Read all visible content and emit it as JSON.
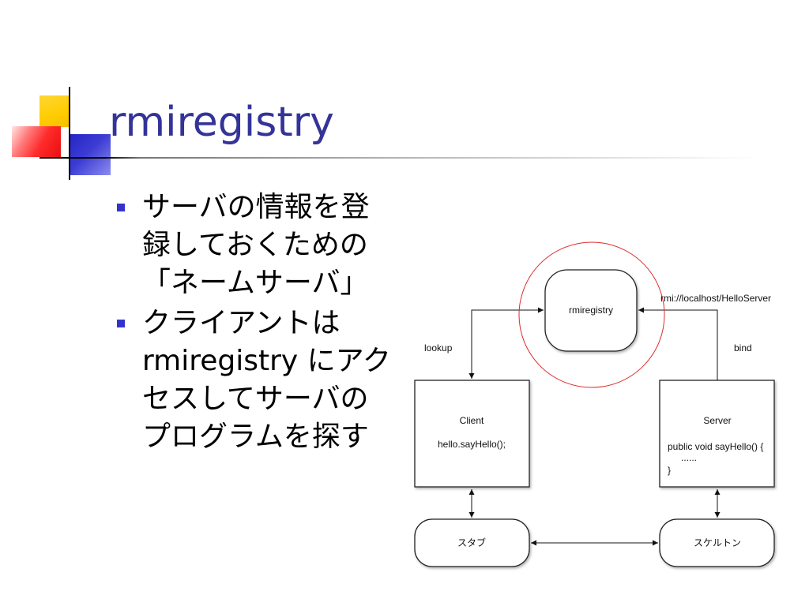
{
  "slide": {
    "title": "rmiregistry",
    "bullets": [
      {
        "lines": [
          "サーバの情報を登",
          "録しておくための",
          "「ネームサーバ」"
        ]
      },
      {
        "lines": [
          "クライアントは",
          "rmiregistry にアク",
          "セスしてサーバの",
          "プログラムを探す"
        ]
      }
    ]
  },
  "diagram": {
    "registry": {
      "label": "rmiregistry"
    },
    "client": {
      "title": "Client",
      "code": "hello.sayHello();"
    },
    "server": {
      "title": "Server",
      "code": [
        "public void sayHello() {",
        "......",
        "}"
      ]
    },
    "stub": {
      "label": "スタブ"
    },
    "skeleton": {
      "label": "スケルトン"
    },
    "edges": {
      "lookup": "lookup",
      "bind": "bind",
      "url": "rmi://localhost/HelloServer"
    }
  },
  "colors": {
    "title": "#333399",
    "bullet_marker": "#3333cc",
    "highlight_circle": "#e02a2a",
    "logo_yellow": "#ffcc00",
    "logo_red": "#ff2a2a",
    "logo_blue": "#3333cc"
  }
}
